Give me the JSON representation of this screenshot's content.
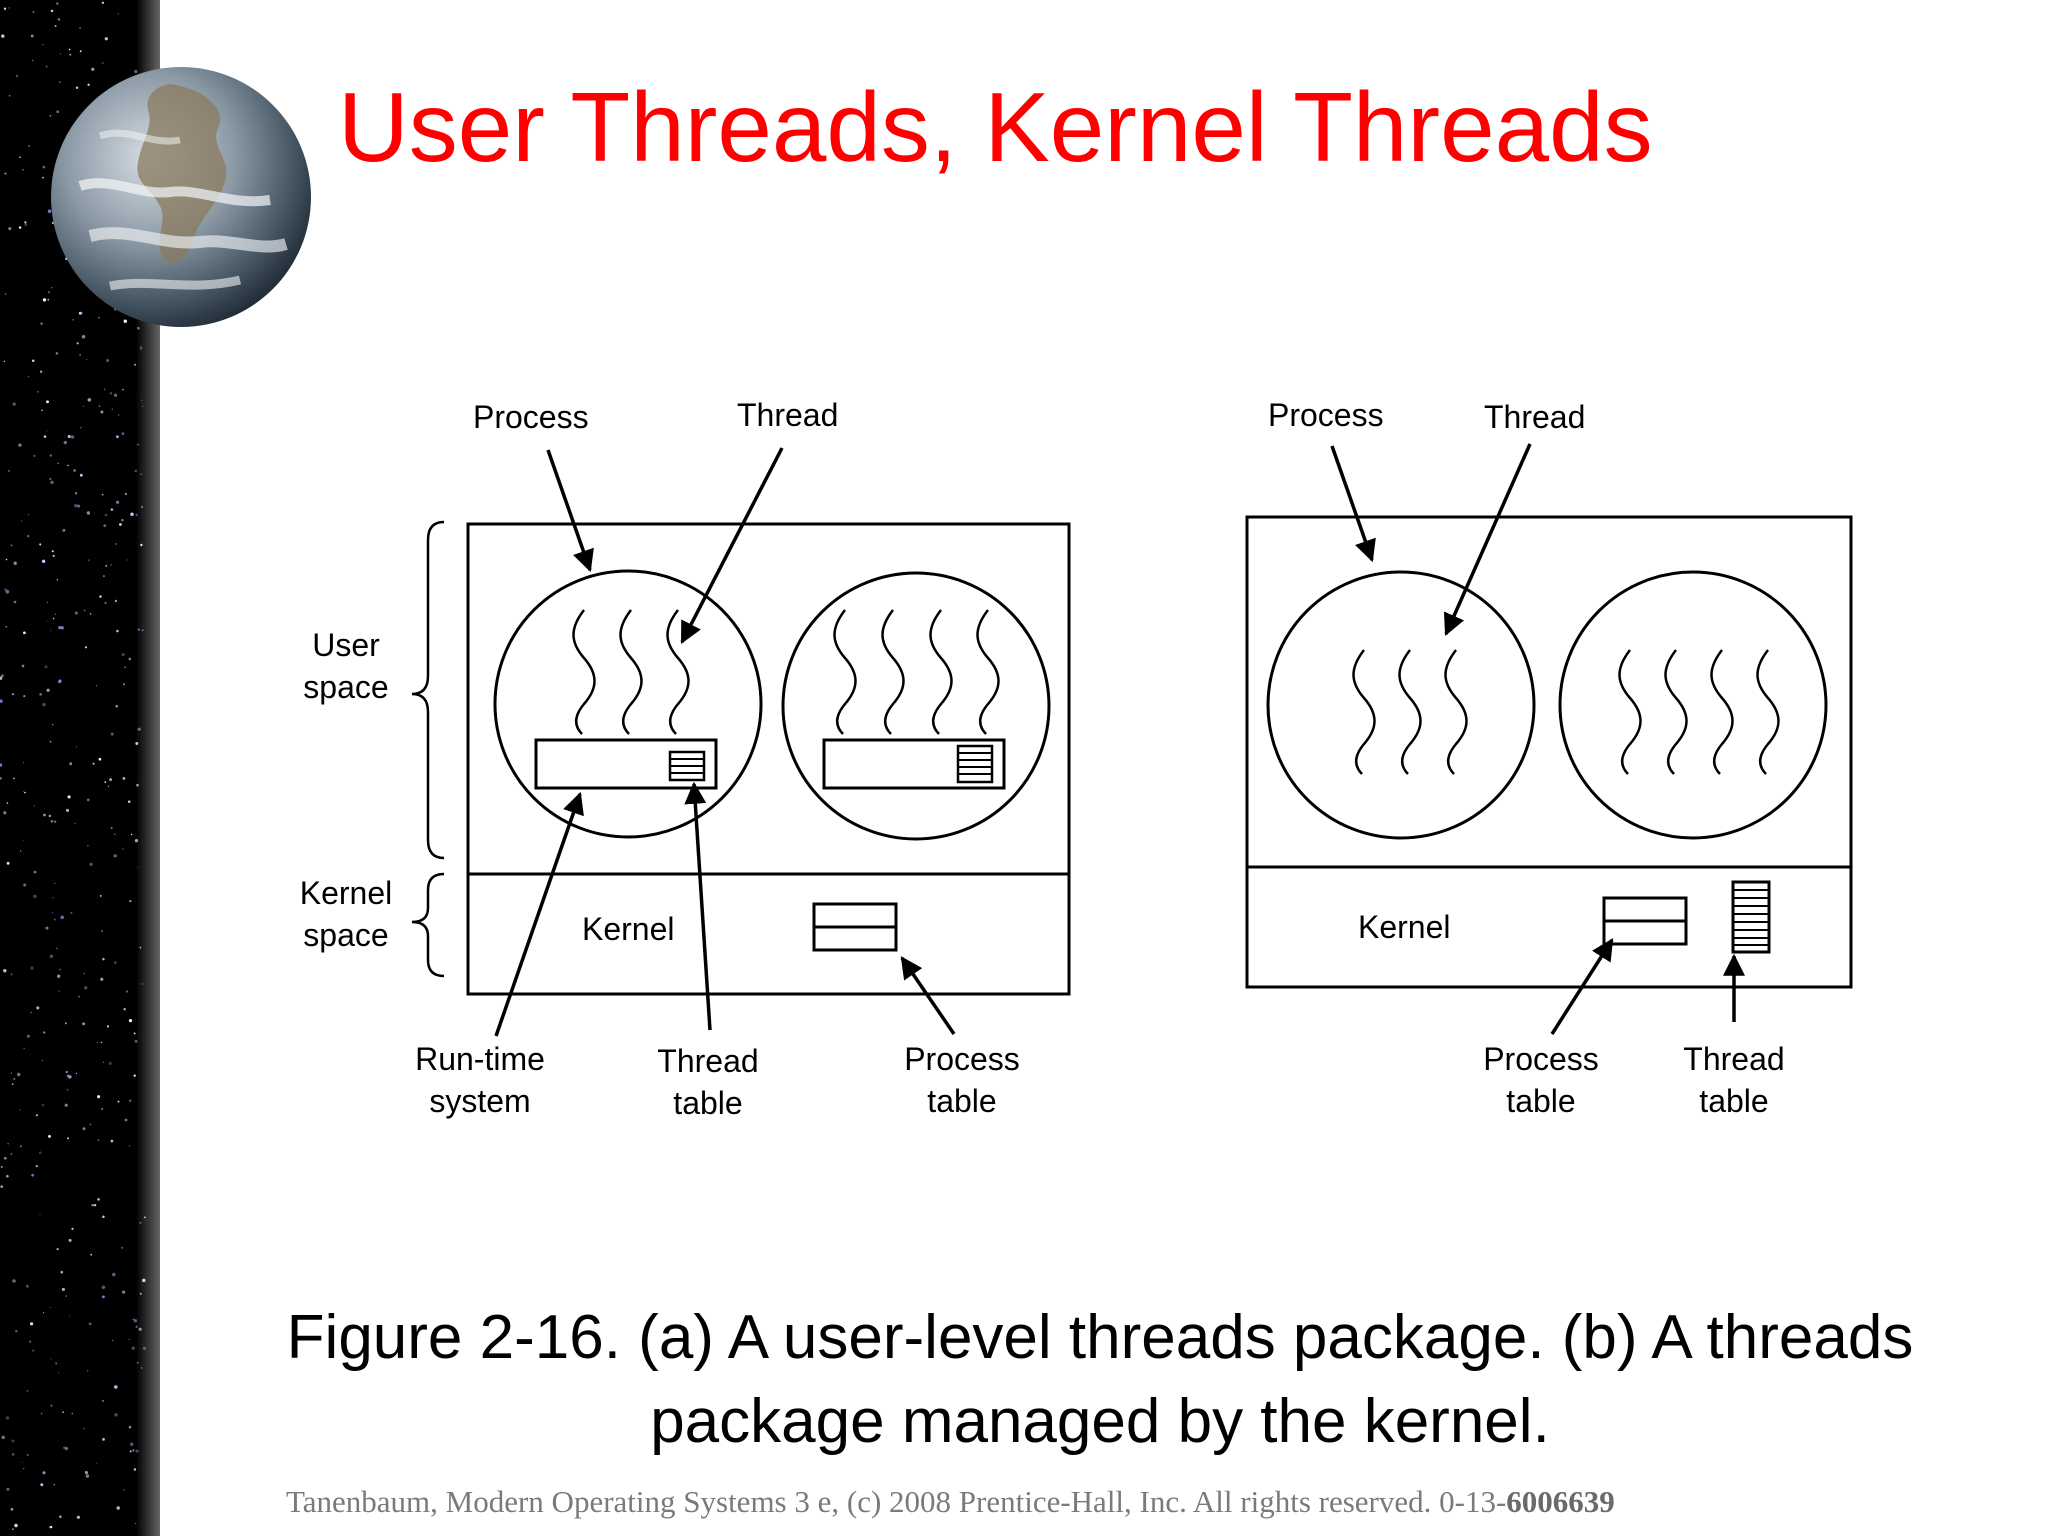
{
  "slide": {
    "title": "User Threads, Kernel Threads",
    "caption_line1": "Figure 2-16. (a) A user-level threads package. (b) A threads",
    "caption_line2": "package managed by the kernel.",
    "footer_prefix": "Tanenbaum, Modern Operating Systems 3 e, (c) 2008 Prentice-Hall, Inc. All rights reserved. 0-13-",
    "footer_isbn": "6006639",
    "decor": {
      "title_color": "#ff0000",
      "background": "#ffffff",
      "sidebar_color": "#000000",
      "icons": [
        "starfield-sidebar",
        "earth-globe"
      ]
    }
  },
  "diagram_a": {
    "process_label": "Process",
    "thread_label": "Thread",
    "user_space_line1": "User",
    "user_space_line2": "space",
    "kernel_space_line1": "Kernel",
    "kernel_space_line2": "space",
    "kernel_label": "Kernel",
    "runtime_line1": "Run-time",
    "runtime_line2": "system",
    "thread_table_line1": "Thread",
    "thread_table_line2": "table",
    "process_table_line1": "Process",
    "process_table_line2": "table"
  },
  "diagram_b": {
    "process_label": "Process",
    "thread_label": "Thread",
    "kernel_label": "Kernel",
    "process_table_line1": "Process",
    "process_table_line2": "table",
    "thread_table_line1": "Thread",
    "thread_table_line2": "table"
  }
}
